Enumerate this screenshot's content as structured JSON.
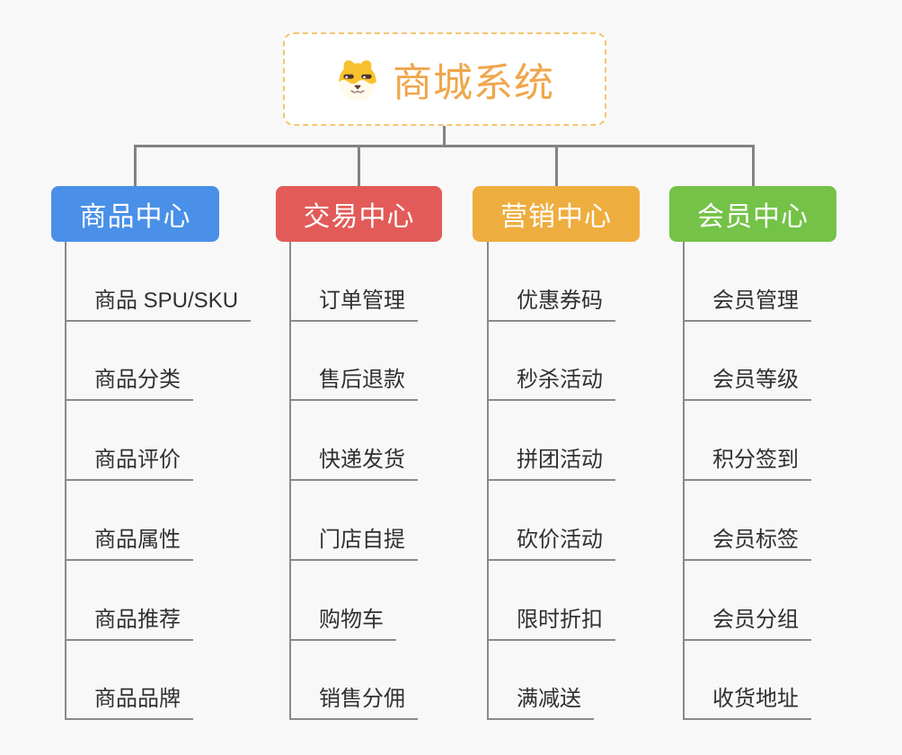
{
  "root": {
    "title": "商城系统",
    "icon": "dog-face-icon"
  },
  "branches": [
    {
      "title": "商品中心",
      "color": "#4a90e8",
      "items": [
        "商品 SPU/SKU",
        "商品分类",
        "商品评价",
        "商品属性",
        "商品推荐",
        "商品品牌"
      ]
    },
    {
      "title": "交易中心",
      "color": "#e25b58",
      "items": [
        "订单管理",
        "售后退款",
        "快递发货",
        "门店自提",
        "购物车",
        "销售分佣"
      ]
    },
    {
      "title": "营销中心",
      "color": "#eead3f",
      "items": [
        "优惠券码",
        "秒杀活动",
        "拼团活动",
        "砍价活动",
        "限时折扣",
        "满减送"
      ]
    },
    {
      "title": "会员中心",
      "color": "#74c247",
      "items": [
        "会员管理",
        "会员等级",
        "积分签到",
        "会员标签",
        "会员分组",
        "收货地址"
      ]
    }
  ],
  "colors": {
    "background": "#f8f8f8",
    "connector": "#828282",
    "root_border": "#f6c46f",
    "root_text": "#f0a64b",
    "item_text": "#303030",
    "branch_text": "#ffffff"
  }
}
